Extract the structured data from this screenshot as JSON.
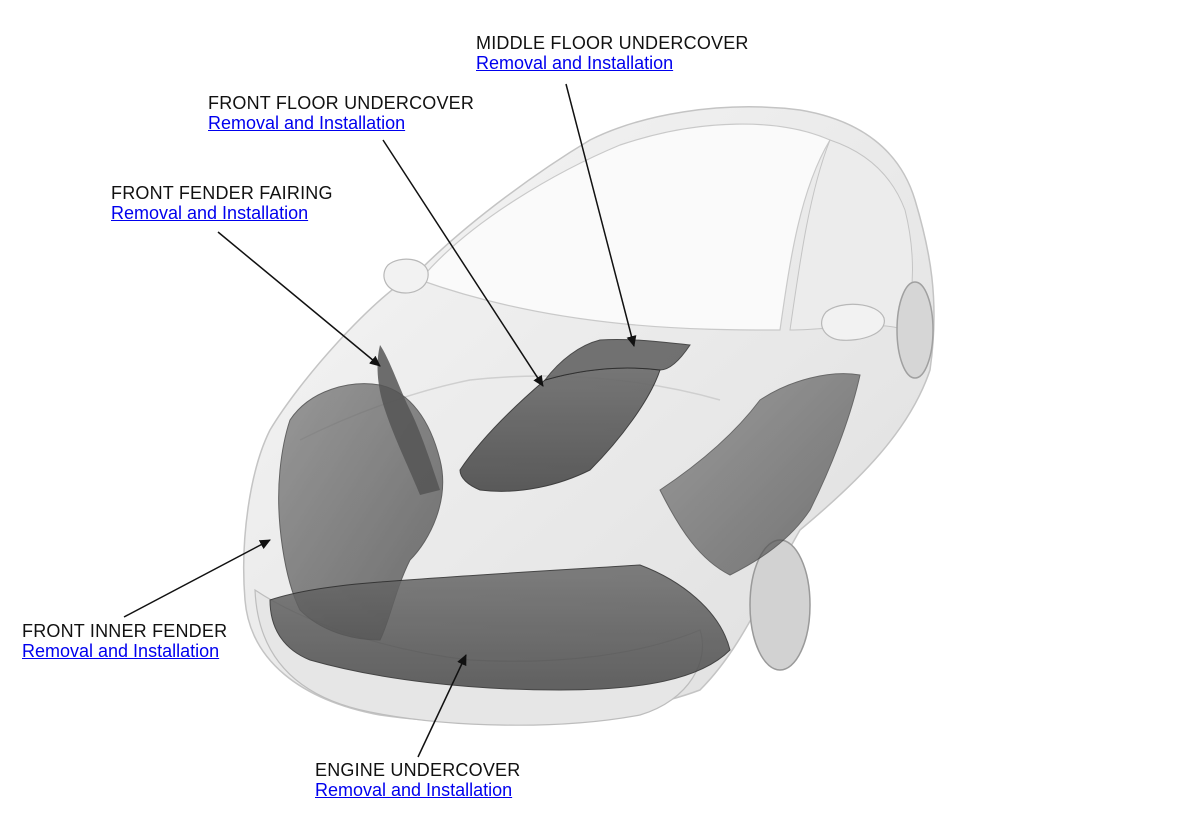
{
  "callouts": [
    {
      "id": "middle-floor-undercover",
      "title": "MIDDLE FLOOR UNDERCOVER",
      "link": "Removal and Installation"
    },
    {
      "id": "front-floor-undercover",
      "title": "FRONT FLOOR UNDERCOVER",
      "link": "Removal and Installation"
    },
    {
      "id": "front-fender-fairing",
      "title": "FRONT FENDER FAIRING",
      "link": "Removal and Installation"
    },
    {
      "id": "front-inner-fender",
      "title": "FRONT INNER FENDER",
      "link": "Removal and Installation"
    },
    {
      "id": "engine-undercover",
      "title": "ENGINE UNDERCOVER",
      "link": "Removal and Installation"
    }
  ],
  "colors": {
    "link": "#0000ee",
    "text": "#111111",
    "body_panel": "#eeeeee",
    "undercover_part": "#5a5a5a"
  }
}
